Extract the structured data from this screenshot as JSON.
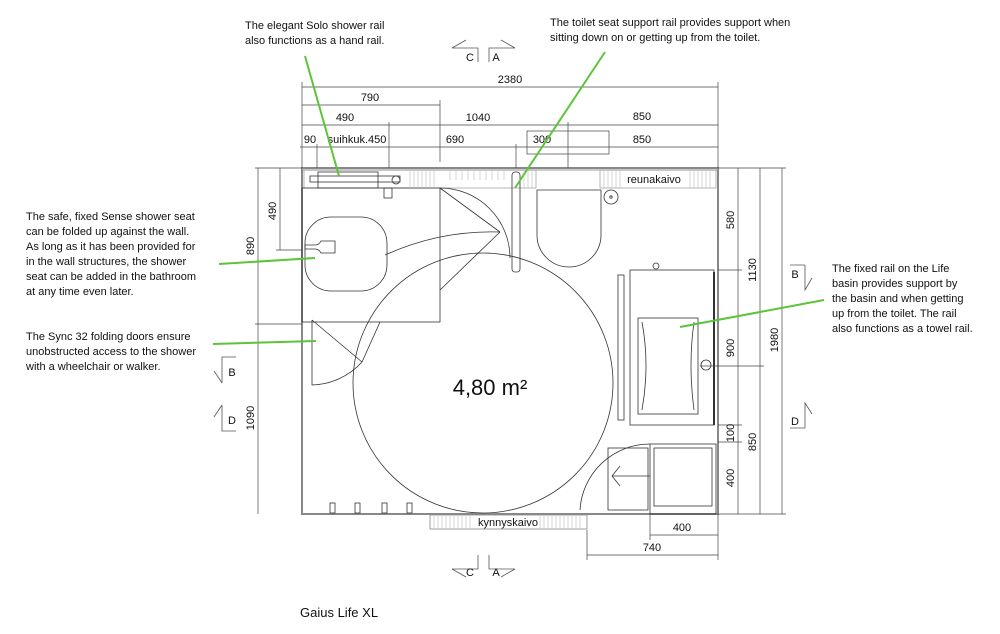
{
  "title": "Gaius Life XL",
  "area_label": "4,80 m²",
  "callouts": {
    "shower_rail": "The elegant Solo shower rail\nalso functions as a hand rail.",
    "toilet_rail": "The toilet seat support rail provides support when\nsitting down on or getting up from the toilet.",
    "shower_seat": "The safe, fixed Sense shower seat\ncan be folded up against the wall.\nAs long as it has been provided for\nin the wall structures, the shower\nseat can be added in the bathroom\nat any time even later.",
    "folding_doors": "The Sync 32 folding doors ensure\nunobstructed access to the shower\nwith a wheelchair or walker.",
    "basin_rail": "The fixed rail on the Life\nbasin provides support by\nthe basin and when getting\nup from the toilet. The rail\nalso functions as a towel rail."
  },
  "labels": {
    "edge_drain": "reunakaivo",
    "threshold_drain": "kynnyskaivo"
  },
  "dimensions": {
    "top": {
      "total": "2380",
      "d790": "790",
      "d490": "490",
      "d1040": "1040",
      "d850a": "850",
      "d90": "90",
      "shower_cabin": "suihkuk.450",
      "d690": "690",
      "d300": "300",
      "d850b": "850"
    },
    "left": {
      "d490": "490",
      "d890": "890",
      "d1090": "1090"
    },
    "right": {
      "d580": "580",
      "d1130": "1130",
      "d1980": "1980",
      "d900": "900",
      "d100": "100",
      "d850": "850",
      "d400": "400"
    },
    "bottom": {
      "d400": "400",
      "d740": "740"
    }
  },
  "section_markers": {
    "top": [
      "C",
      "A"
    ],
    "bottom": [
      "C",
      "A"
    ],
    "left": [
      "B",
      "D"
    ],
    "right": [
      "B",
      "D"
    ]
  },
  "colors": {
    "leader": "#5cc43a",
    "line": "#333333",
    "wall": "#999999"
  }
}
